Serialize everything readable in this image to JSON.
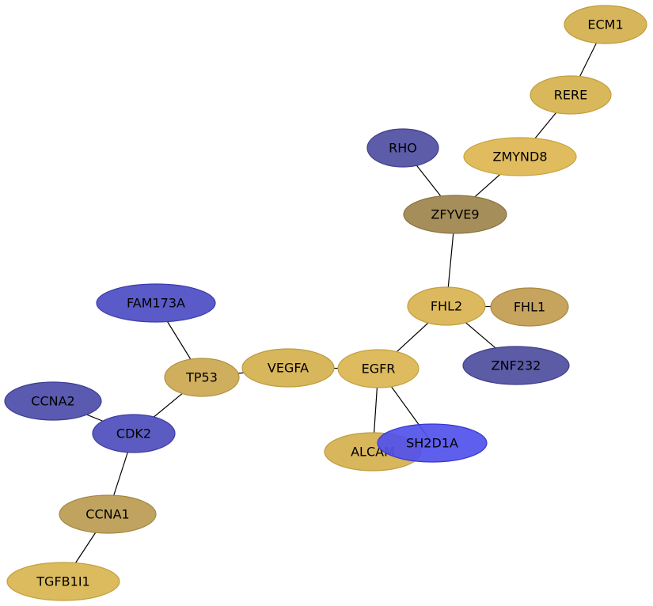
{
  "nodes": [
    {
      "id": "ECM1",
      "label": "ECM1",
      "fill": "#d7b55a",
      "stroke": "#bf9b3a"
    },
    {
      "id": "RERE",
      "label": "RERE",
      "fill": "#d9b75b",
      "stroke": "#c29f3c"
    },
    {
      "id": "ZMYND8",
      "label": "ZMYND8",
      "fill": "#e0bc5e",
      "stroke": "#c8a43f"
    },
    {
      "id": "RHO",
      "label": "RHO",
      "fill": "#5c5ca8",
      "stroke": "#3e3e8c"
    },
    {
      "id": "ZFYVE9",
      "label": "ZFYVE9",
      "fill": "#a68e5b",
      "stroke": "#8a743f"
    },
    {
      "id": "FHL2",
      "label": "FHL2",
      "fill": "#dcb95e",
      "stroke": "#c29f3f"
    },
    {
      "id": "FHL1",
      "label": "FHL1",
      "fill": "#c6a45e",
      "stroke": "#a98840"
    },
    {
      "id": "ZNF232",
      "label": "ZNF232",
      "fill": "#5b5ba6",
      "stroke": "#3e3e8a"
    },
    {
      "id": "EGFR",
      "label": "EGFR",
      "fill": "#ddbb5e",
      "stroke": "#c4a140"
    },
    {
      "id": "VEGFA",
      "label": "VEGFA",
      "fill": "#d7b65c",
      "stroke": "#bd9c3e"
    },
    {
      "id": "TP53",
      "label": "TP53",
      "fill": "#cfae5e",
      "stroke": "#b39340"
    },
    {
      "id": "FAM173A",
      "label": "FAM173A",
      "fill": "#5a5ac8",
      "stroke": "#3c3cac"
    },
    {
      "id": "CCNA2",
      "label": "CCNA2",
      "fill": "#5a5ab0",
      "stroke": "#3c3c94"
    },
    {
      "id": "CDK2",
      "label": "CDK2",
      "fill": "#5b5bc2",
      "stroke": "#3d3da6"
    },
    {
      "id": "CCNA1",
      "label": "CCNA1",
      "fill": "#bfa35f",
      "stroke": "#a38741"
    },
    {
      "id": "TGFB1I1",
      "label": "TGFB1I1",
      "fill": "#dcba5e",
      "stroke": "#c2a040"
    },
    {
      "id": "ALCAM",
      "label": "ALCAM",
      "fill": "#d8b65c",
      "stroke": "#be9c3e"
    },
    {
      "id": "SH2D1A",
      "label": "SH2D1A",
      "fill": "#5151ec",
      "stroke": "#3535d0",
      "opacity": 0.92
    }
  ],
  "edges": [
    [
      "ECM1",
      "RERE"
    ],
    [
      "RERE",
      "ZMYND8"
    ],
    [
      "ZMYND8",
      "ZFYVE9"
    ],
    [
      "RHO",
      "ZFYVE9"
    ],
    [
      "ZFYVE9",
      "FHL2"
    ],
    [
      "FHL2",
      "FHL1"
    ],
    [
      "FHL2",
      "ZNF232"
    ],
    [
      "FHL2",
      "EGFR"
    ],
    [
      "EGFR",
      "VEGFA"
    ],
    [
      "EGFR",
      "ALCAM"
    ],
    [
      "EGFR",
      "SH2D1A"
    ],
    [
      "VEGFA",
      "TP53"
    ],
    [
      "TP53",
      "FAM173A"
    ],
    [
      "TP53",
      "CDK2"
    ],
    [
      "CDK2",
      "CCNA2"
    ],
    [
      "CDK2",
      "CCNA1"
    ],
    [
      "CCNA1",
      "TGFB1I1"
    ]
  ]
}
